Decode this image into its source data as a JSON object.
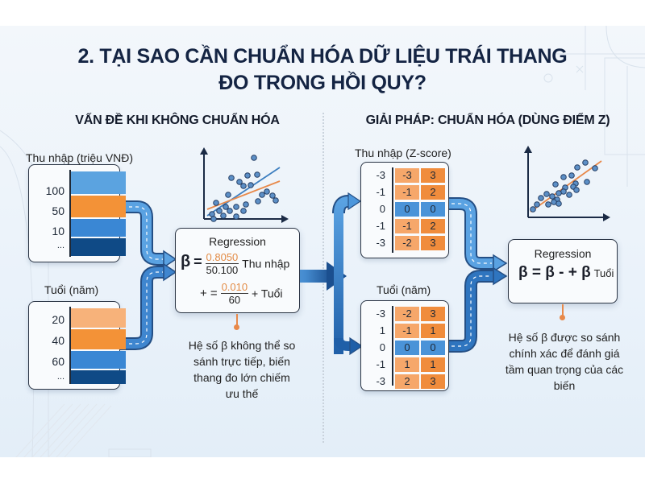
{
  "title": {
    "line1": "2. TẠI SAO CẦN CHUẨN HÓA DỮ LIỆU TRÁI THANG",
    "line2": "ĐO TRONG HỒI QUY?"
  },
  "left": {
    "heading": "VẤN ĐỀ KHI KHÔNG CHUẨN HÓA",
    "income": {
      "label": "Thu nhập (triệu VNĐ)",
      "ticks": [
        "100",
        "50",
        "10",
        "..."
      ],
      "bar_colors": [
        "#5ba3e0",
        "#f39237",
        "#3a87d4",
        "#0f4a86"
      ]
    },
    "age": {
      "label": "Tuổi (năm)",
      "ticks": [
        "20",
        "40",
        "60",
        "..."
      ],
      "bar_colors": [
        "#f7b27a",
        "#f39237",
        "#3a87d4",
        "#0f4a86"
      ]
    },
    "regression": {
      "title": "Regression",
      "beta": "β",
      "eq": "=",
      "frac1_num": "0.8050",
      "frac1_den": "50.100",
      "term1": "Thu nhập",
      "line2_prefix": "+ =",
      "frac2_num": "0.010",
      "frac2_den": "60",
      "term2": "+ Tuổi"
    },
    "note": [
      "Hệ số β không thể so",
      "sánh trực tiếp, biến",
      "thang đo lớn chiếm",
      "ưu thế"
    ]
  },
  "right": {
    "heading": "GIẢI PHÁP: CHUẨN HÓA (DÙNG ĐIỂM Z)",
    "income": {
      "label": "Thu nhập (Z-score)",
      "rows": [
        {
          "lbl": "-3",
          "c1": "-3",
          "c2": "3",
          "type": "orange"
        },
        {
          "lbl": "-1",
          "c1": "-1",
          "c2": "2",
          "type": "orange"
        },
        {
          "lbl": "0",
          "c1": "0",
          "c2": "0",
          "type": "blue"
        },
        {
          "lbl": "-1",
          "c1": "-1",
          "c2": "2",
          "type": "orange"
        },
        {
          "lbl": "-3",
          "c1": "-2",
          "c2": "3",
          "type": "orange"
        }
      ]
    },
    "age": {
      "label": "Tuổi (năm)",
      "rows": [
        {
          "lbl": "-3",
          "c1": "-2",
          "c2": "3",
          "type": "orange"
        },
        {
          "lbl": "1",
          "c1": "-1",
          "c2": "1",
          "type": "orange"
        },
        {
          "lbl": "0",
          "c1": "0",
          "c2": "0",
          "type": "blue"
        },
        {
          "lbl": "-1",
          "c1": "1",
          "c2": "1",
          "type": "orange"
        },
        {
          "lbl": "-3",
          "c1": "2",
          "c2": "3",
          "type": "orange"
        }
      ]
    },
    "regression": {
      "title": "Regression",
      "formula": "β = β - + β",
      "term": "Tuổi"
    },
    "note": [
      "Hệ số β được so sánh",
      "chính xác để đánh giá",
      "tầm quan trọng của các",
      "biến"
    ]
  },
  "colors": {
    "title": "#142443",
    "accent_orange": "#f39237",
    "light_orange": "#f7b27a",
    "accent_blue": "#3a87d4",
    "dark_blue": "#0f4a86",
    "arrow_blue": "#3f86cf",
    "line_blue": "#3d7fc0",
    "line_orange": "#e8894a"
  }
}
